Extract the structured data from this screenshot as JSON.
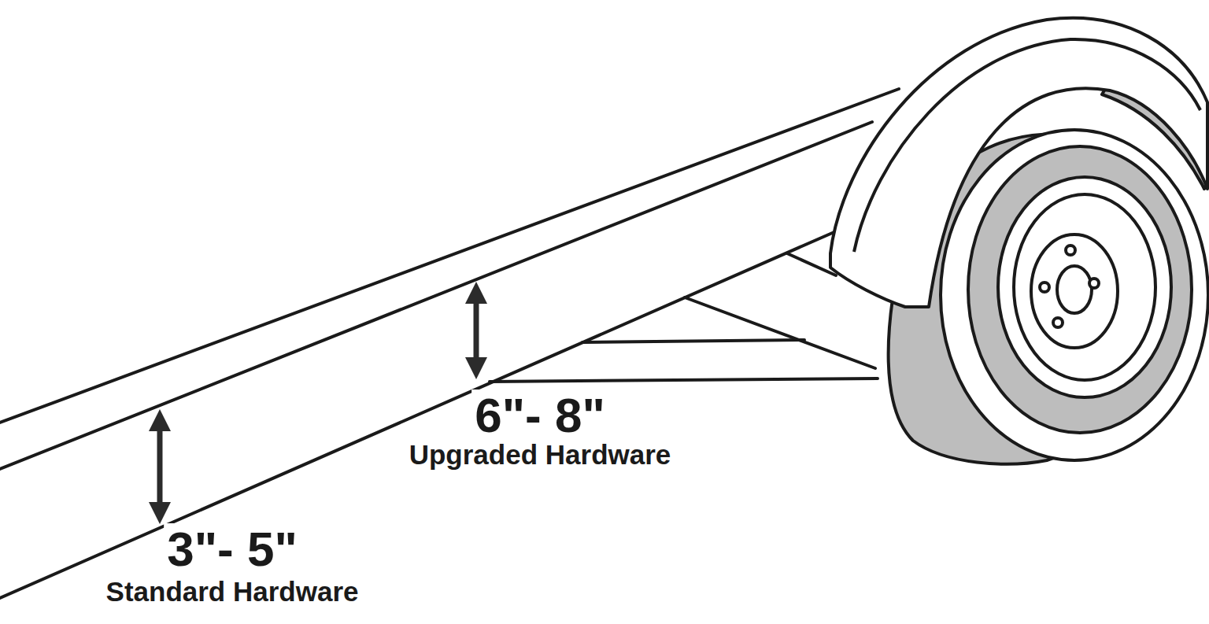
{
  "diagram": {
    "labels": [
      "3\"- 5\"",
      "Standard Hardware",
      "6\"- 8\"",
      "Upgraded Hardware"
    ]
  }
}
